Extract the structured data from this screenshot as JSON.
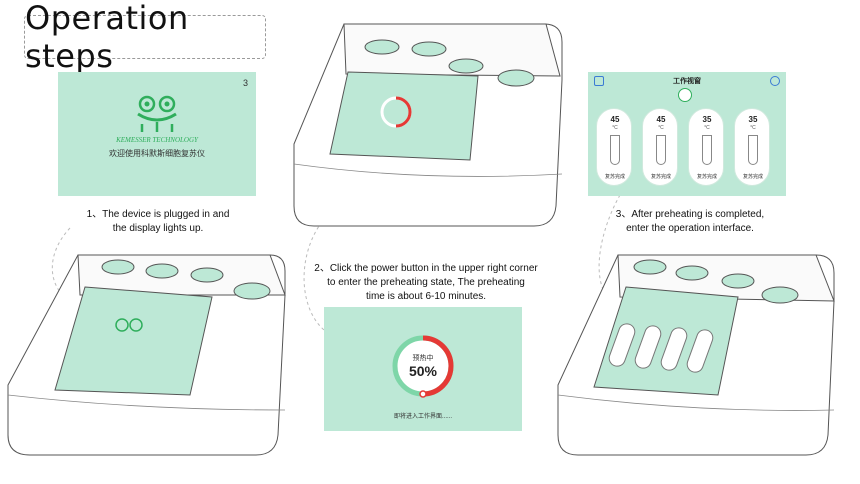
{
  "title": "Operation steps",
  "step1": {
    "caption_line1": "1、The device is plugged in and",
    "caption_line2": "the display lights up.",
    "screen": {
      "page_number": "3",
      "brand": "KEMESSER TECHNOLOGY",
      "welcome": "欢迎使用科默斯细胞复苏仪"
    }
  },
  "step2": {
    "caption_line1": "2、Click the power button in the upper right corner",
    "caption_line2": "to enter the preheating state, The preheating",
    "caption_line3": "time is about 6-10 minutes.",
    "screen": {
      "status_label": "预热中",
      "progress_text": "50%",
      "progress": 0.5,
      "footer": "即将进入工作界面......"
    }
  },
  "step3": {
    "caption_line1": "3、After preheating is completed,",
    "caption_line2": "enter the operation interface.",
    "screen": {
      "title": "工作视窗",
      "slots": [
        {
          "temp": "45",
          "unit": "°C",
          "status": "复苏完成"
        },
        {
          "temp": "45",
          "unit": "°C",
          "status": "复苏完成"
        },
        {
          "temp": "35",
          "unit": "°C",
          "status": "复苏完成"
        },
        {
          "temp": "35",
          "unit": "°C",
          "status": "复苏完成"
        }
      ]
    }
  },
  "colors": {
    "screen_bg": "#bde8d6",
    "progress_red": "#e53935",
    "progress_green": "#7ed6a8",
    "brand_green": "#2fae5c"
  }
}
